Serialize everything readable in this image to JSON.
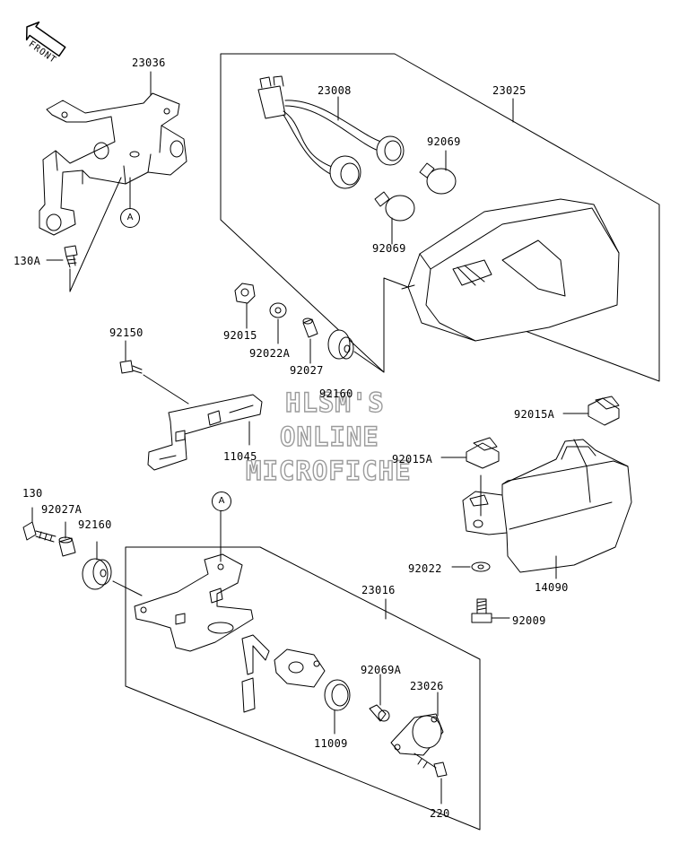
{
  "front_label": "FRONT",
  "callouts": {
    "a1": "A",
    "a2": "A"
  },
  "watermark": {
    "line1": "HLSM'S",
    "line2": "ONLINE",
    "line3": "MICROFICHE"
  },
  "parts": {
    "p23036": "23036",
    "p23008": "23008",
    "p23025": "23025",
    "p92069_top": "92069",
    "p92069_mid": "92069",
    "p130A": "130A",
    "p92150": "92150",
    "p92015": "92015",
    "p92022A": "92022A",
    "p92027": "92027",
    "p92160_top": "92160",
    "p11045": "11045",
    "p92015A_a": "92015A",
    "p92015A_b": "92015A",
    "p130": "130",
    "p92027A": "92027A",
    "p92160_bot": "92160",
    "p23016": "23016",
    "p92022": "92022",
    "p14090": "14090",
    "p92009": "92009",
    "p92069A": "92069A",
    "p23026": "23026",
    "p11009": "11009",
    "p220": "220"
  }
}
